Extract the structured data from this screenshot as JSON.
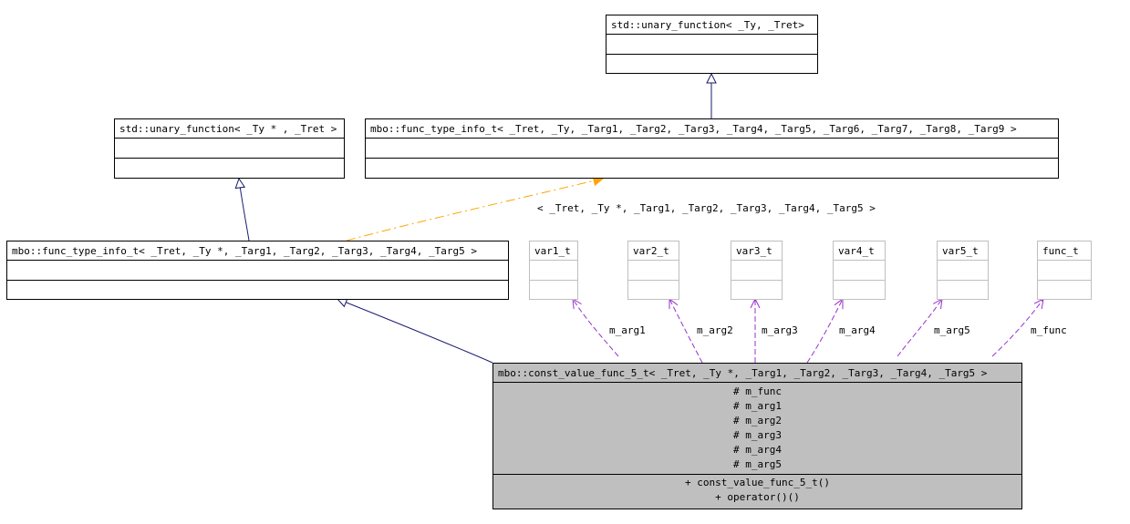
{
  "classes": {
    "unary_fn": {
      "name": "std::unary_function< _Ty, _Tret>"
    },
    "unary_fn_ptr": {
      "name": "std::unary_function< _Ty * , _Tret >"
    },
    "func_type_info_full": {
      "name": "mbo::func_type_info_t< _Tret, _Ty, _Targ1, _Targ2, _Targ3, _Targ4, _Targ5, _Targ6, _Targ7, _Targ8, _Targ9 >"
    },
    "func_type_info_5": {
      "name": "mbo::func_type_info_t< _Tret, _Ty *, _Targ1, _Targ2, _Targ3, _Targ4, _Targ5 >"
    },
    "var1": {
      "name": "var1_t"
    },
    "var2": {
      "name": "var2_t"
    },
    "var3": {
      "name": "var3_t"
    },
    "var4": {
      "name": "var4_t"
    },
    "var5": {
      "name": "var5_t"
    },
    "func": {
      "name": "func_t"
    },
    "main": {
      "name": "mbo::const_value_func_5_t< _Tret, _Ty *, _Targ1, _Targ2, _Targ3, _Targ4, _Targ5 >",
      "attributes": [
        "# m_func",
        "# m_arg1",
        "# m_arg2",
        "# m_arg3",
        "# m_arg4",
        "# m_arg5"
      ],
      "operations": [
        "+ const_value_func_5_t()",
        "+ operator()()"
      ]
    }
  },
  "edge_labels": {
    "template_binding": "< _Tret, _Ty *, _Targ1, _Targ2, _Targ3, _Targ4, _Targ5 >",
    "m_arg1": "m_arg1",
    "m_arg2": "m_arg2",
    "m_arg3": "m_arg3",
    "m_arg4": "m_arg4",
    "m_arg5": "m_arg5",
    "m_func": "m_func"
  },
  "colors": {
    "inheritance": "#191970",
    "template_instance": "#ffa500",
    "usage": "#9a32cd",
    "main_fill": "#bfbfbf",
    "member_box_border": "#bfbfbf"
  }
}
